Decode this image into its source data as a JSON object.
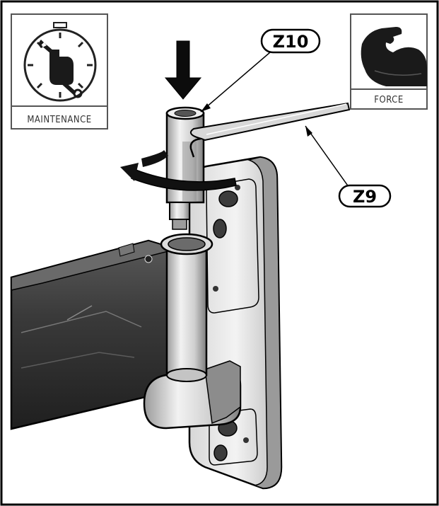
{
  "badges": {
    "maintenance": "MAINTENANCE",
    "force": "FORCE"
  },
  "callouts": {
    "z10": "Z10",
    "z9": "Z9"
  },
  "icons": [
    "clock-wrench-icon",
    "flexed-arm-icon",
    "down-arrow-icon",
    "rotation-arrow-icon"
  ],
  "colors": {
    "outline": "#000000",
    "badge_border": "#555555",
    "arm_dark": "#2e2e2e",
    "arm_mid": "#4a4a4a",
    "metal_light": "#e8e8e8",
    "metal_shade": "#bdbdbd"
  }
}
